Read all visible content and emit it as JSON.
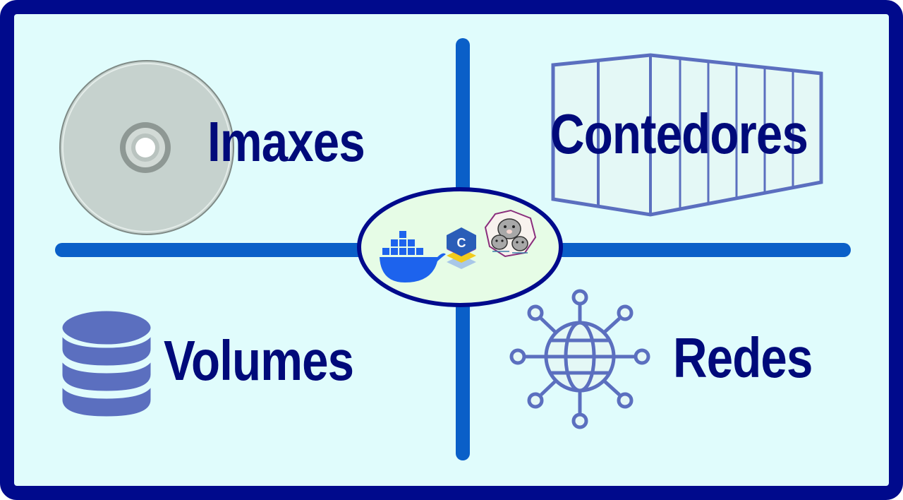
{
  "quadrants": {
    "images": {
      "label": "Imaxes",
      "icon": "disc-icon"
    },
    "containers": {
      "label": "Contedores",
      "icon": "container-icon"
    },
    "volumes": {
      "label": "Volumes",
      "icon": "database-icon"
    },
    "networks": {
      "label": "Redes",
      "icon": "network-globe-icon"
    }
  },
  "center": {
    "logos": [
      "docker-whale-logo",
      "containerd-logo",
      "podman-seals-logo"
    ],
    "logo_letter": "C"
  },
  "colors": {
    "frame": "#000a8c",
    "background": "#e0fcfc",
    "axis": "#0a5fc8",
    "label": "#000a7a",
    "icon": "#5b6fbf",
    "center_fill": "#e6fce6"
  }
}
